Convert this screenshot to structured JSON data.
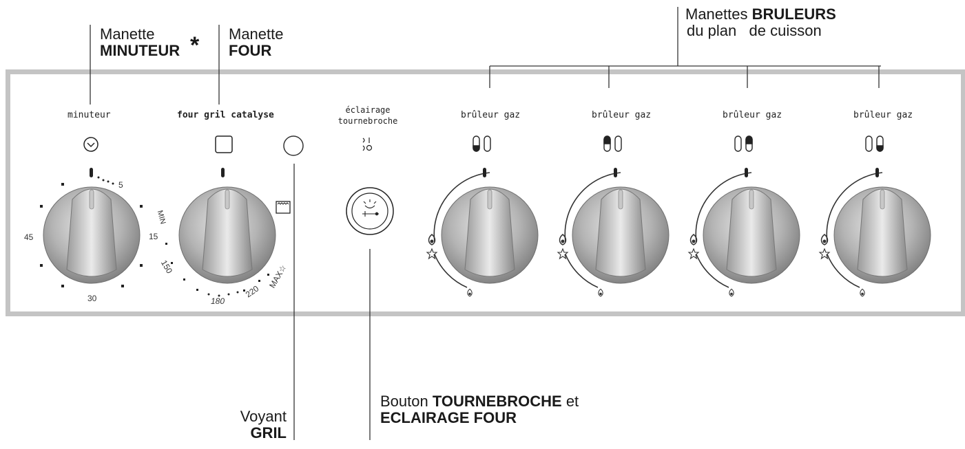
{
  "callouts": {
    "minuteur_word": "Manette",
    "minuteur_bold": "MINUTEUR",
    "asterisk": "*",
    "four_word": "Manette",
    "four_bold": "FOUR",
    "bruleurs_word": "Manettes",
    "bruleurs_bold": "BRULEURS",
    "bruleurs_line2a": "du plan",
    "bruleurs_line2b": "de cuisson",
    "voyant_word": "Voyant",
    "voyant_bold": "GRIL",
    "tournebroche_word": "Bouton",
    "tournebroche_bold": "TOURNEBROCHE",
    "tournebroche_et": "et",
    "eclairage_bold": "ECLAIRAGE FOUR"
  },
  "panel": {
    "minuteur_label": "minuteur",
    "four_label": "four gril catalyse",
    "eclairage_line1": "éclairage",
    "eclairage_line2": "tournebroche",
    "burner_label": "brûleur gaz",
    "timer_scale": {
      "t5": "5",
      "t15": "15",
      "t30": "30",
      "t45": "45"
    },
    "oven_scale": {
      "min": "MIN",
      "t150": "150",
      "t180": "180",
      "t220": "220",
      "max": "MAX☆"
    }
  },
  "icons": [
    "clock-icon",
    "square-icon",
    "circle-indicator-icon",
    "oven-icon",
    "light-rotisserie-icon",
    "burner-position-icon",
    "flame-icon",
    "star-icon"
  ]
}
